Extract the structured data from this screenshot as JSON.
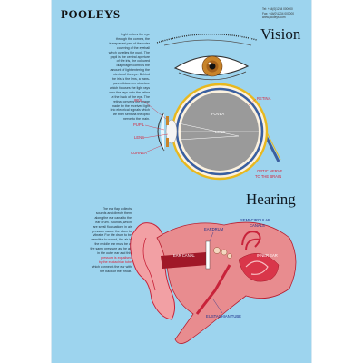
{
  "brand": "POOLEYS",
  "contact": [
    "Tel: +44(0)1234 000000",
    "Fax: +44(0)1234 000000",
    "www.pooleys.com"
  ],
  "vision": {
    "title": "Vision",
    "text": [
      "Light enters the eye",
      "through the cornea, the",
      "transparent part of the outer",
      "covering of the eyeball",
      "which overlies the pupil. The",
      "pupil is the central aperture",
      "of the iris, the coloured",
      "diaphragm controls the",
      "amount of light entering the",
      "interior of the eye. Behind",
      "the iris is the lens, a trans-",
      "parent biconvex structure",
      "which focuses the light rays",
      "onto the rays onto the retina",
      "at the back of the eye. The",
      "retina converts the image",
      "made by the received light",
      "into electrical signals which",
      "are then sent via the optic",
      "nerve to the brain."
    ],
    "labels": {
      "iris": "IRIS",
      "pupil": "PUPIL",
      "lens": "LENS",
      "cornea": "CORNEA",
      "fovea": "FOVEA",
      "lens_inner": "LENS",
      "retina": "RETINA",
      "optic_nerve_1": "OPTIC NERVE",
      "optic_nerve_2": "TO THE BRAIN"
    }
  },
  "hearing": {
    "title": "Hearing",
    "text": [
      "The ear flap collects",
      "sounds and directs them",
      "along the ear canal to the",
      "ear drum. Sounds, which",
      "are small fluctuations in air",
      "pressure cause the drum to",
      "vibrate. For the drum to be",
      "sensitive to sound, the air in",
      "the middle ear must be at",
      "the same pressure as the air",
      "in the outer ear and this"
    ],
    "text_highlight": [
      "pressure is equalised",
      "by the eustachian tube"
    ],
    "text_tail": [
      "which connects the ear with",
      "the back of the throat."
    ],
    "labels": {
      "eardrum": "EARDRUM",
      "canals_1": "SEMI-CIRCULAR",
      "canals_2": "CANALS",
      "ear_canal": "EAR CANAL",
      "inner_ear": "INNER EAR",
      "eustachian": "EUSTACHIAN TUBE"
    }
  },
  "colors": {
    "background": "#9dd4ee",
    "label_red": "#d8243a",
    "label_blue": "#1b2f8a",
    "eye_white": "#fbf1df",
    "eye_outline": "#e8b81e",
    "vitreous": "#9a9a9a",
    "iris": "#c8842a",
    "ear_pink": "#f2a0a4",
    "ear_red": "#c8233a"
  },
  "icons": [
    "eyelash-icon",
    "eye-front-icon",
    "eye-cross-section-icon",
    "ear-cross-section-icon"
  ]
}
